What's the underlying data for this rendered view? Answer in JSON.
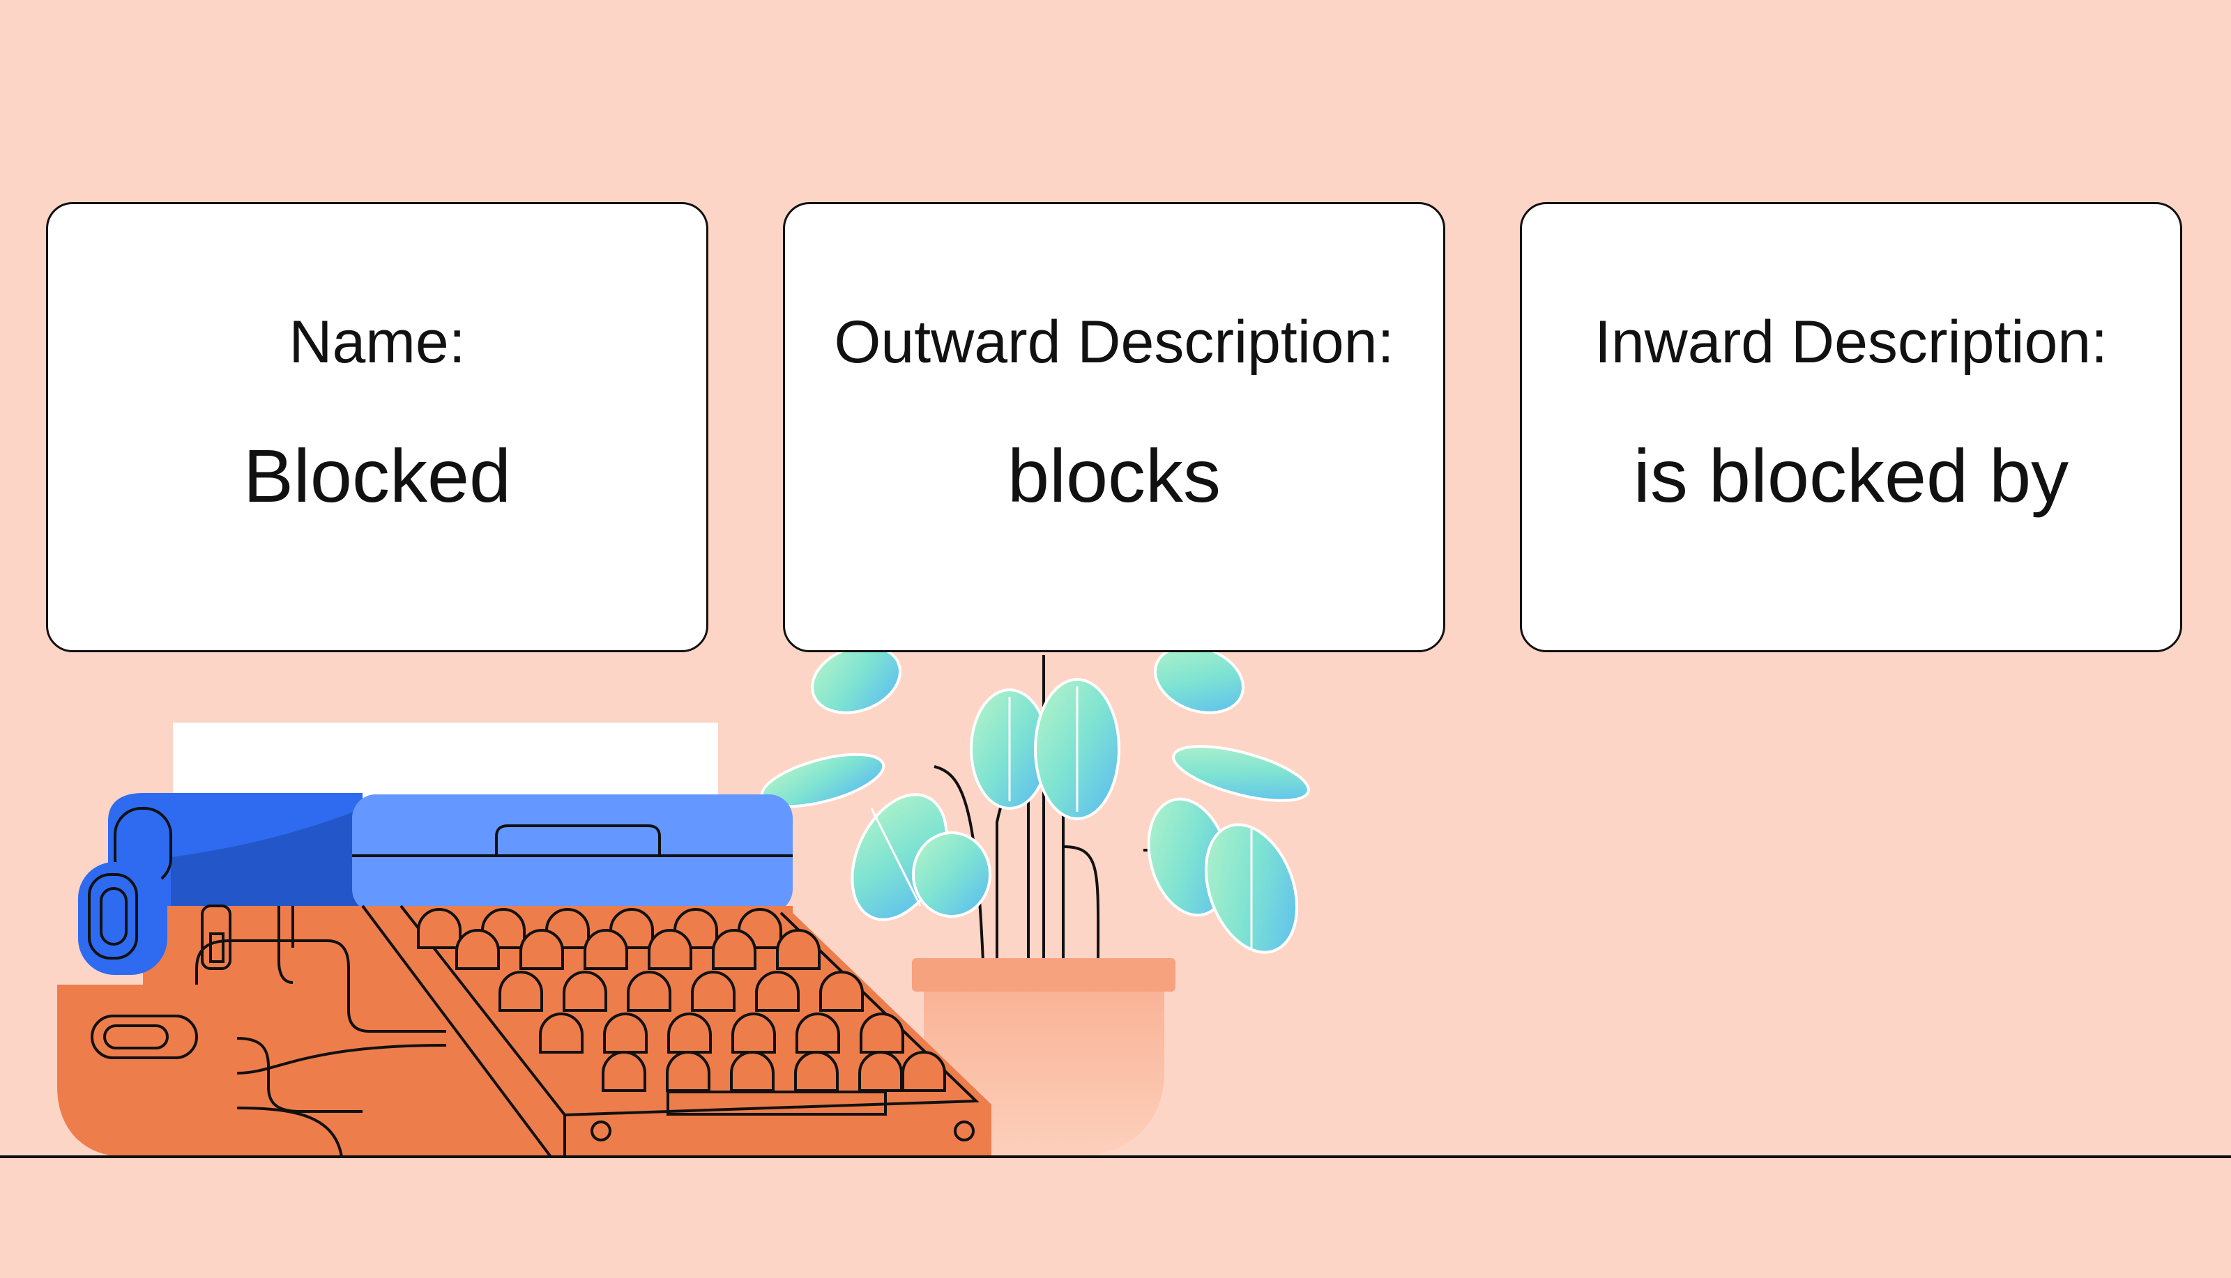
{
  "cards": [
    {
      "label": "Name:",
      "value": "Blocked"
    },
    {
      "label": "Outward Description:",
      "value": "blocks"
    },
    {
      "label": "Inward Description:",
      "value": "is blocked by"
    }
  ],
  "colors": {
    "background": "#FDD5C6",
    "card": "#FFFFFF",
    "outline": "#111111",
    "typewriter_body": "#EE7D4C",
    "typewriter_roller": "#2E6BF0",
    "typewriter_top": "#6497FF",
    "pot": "#F7A27E",
    "leaf": "#7FE3D2"
  },
  "illustration": {
    "objects": [
      "typewriter",
      "potted-plant"
    ]
  }
}
